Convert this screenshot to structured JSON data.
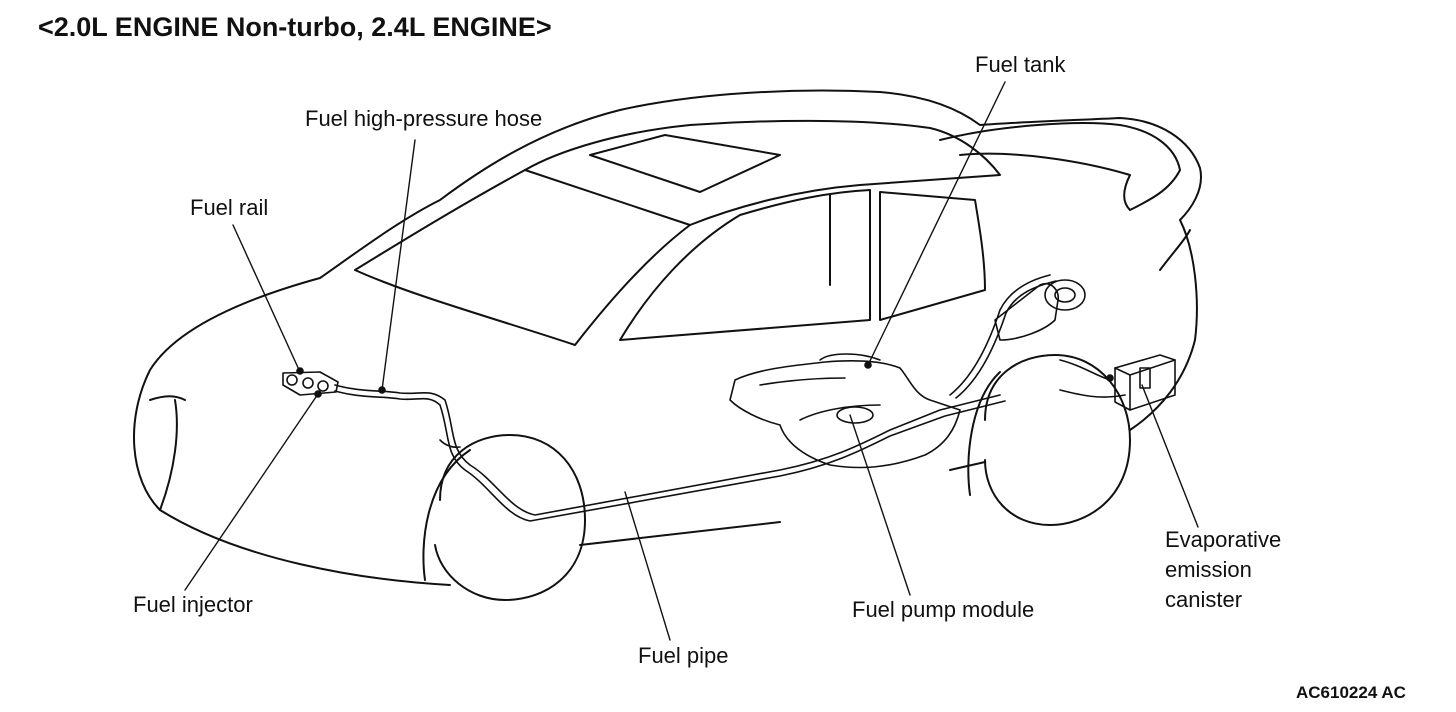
{
  "title": "<2.0L ENGINE Non-turbo, 2.4L ENGINE>",
  "figure_code": "AC610224 AC",
  "labels": {
    "fuel_high_pressure_hose": "Fuel high-pressure hose",
    "fuel_rail": "Fuel rail",
    "fuel_tank": "Fuel tank",
    "fuel_injector": "Fuel injector",
    "fuel_pipe": "Fuel pipe",
    "fuel_pump_module": "Fuel pump module",
    "evap_canister": [
      "Evaporative",
      "emission",
      "canister"
    ]
  },
  "colors": {
    "line": "#111111",
    "background": "#ffffff"
  }
}
